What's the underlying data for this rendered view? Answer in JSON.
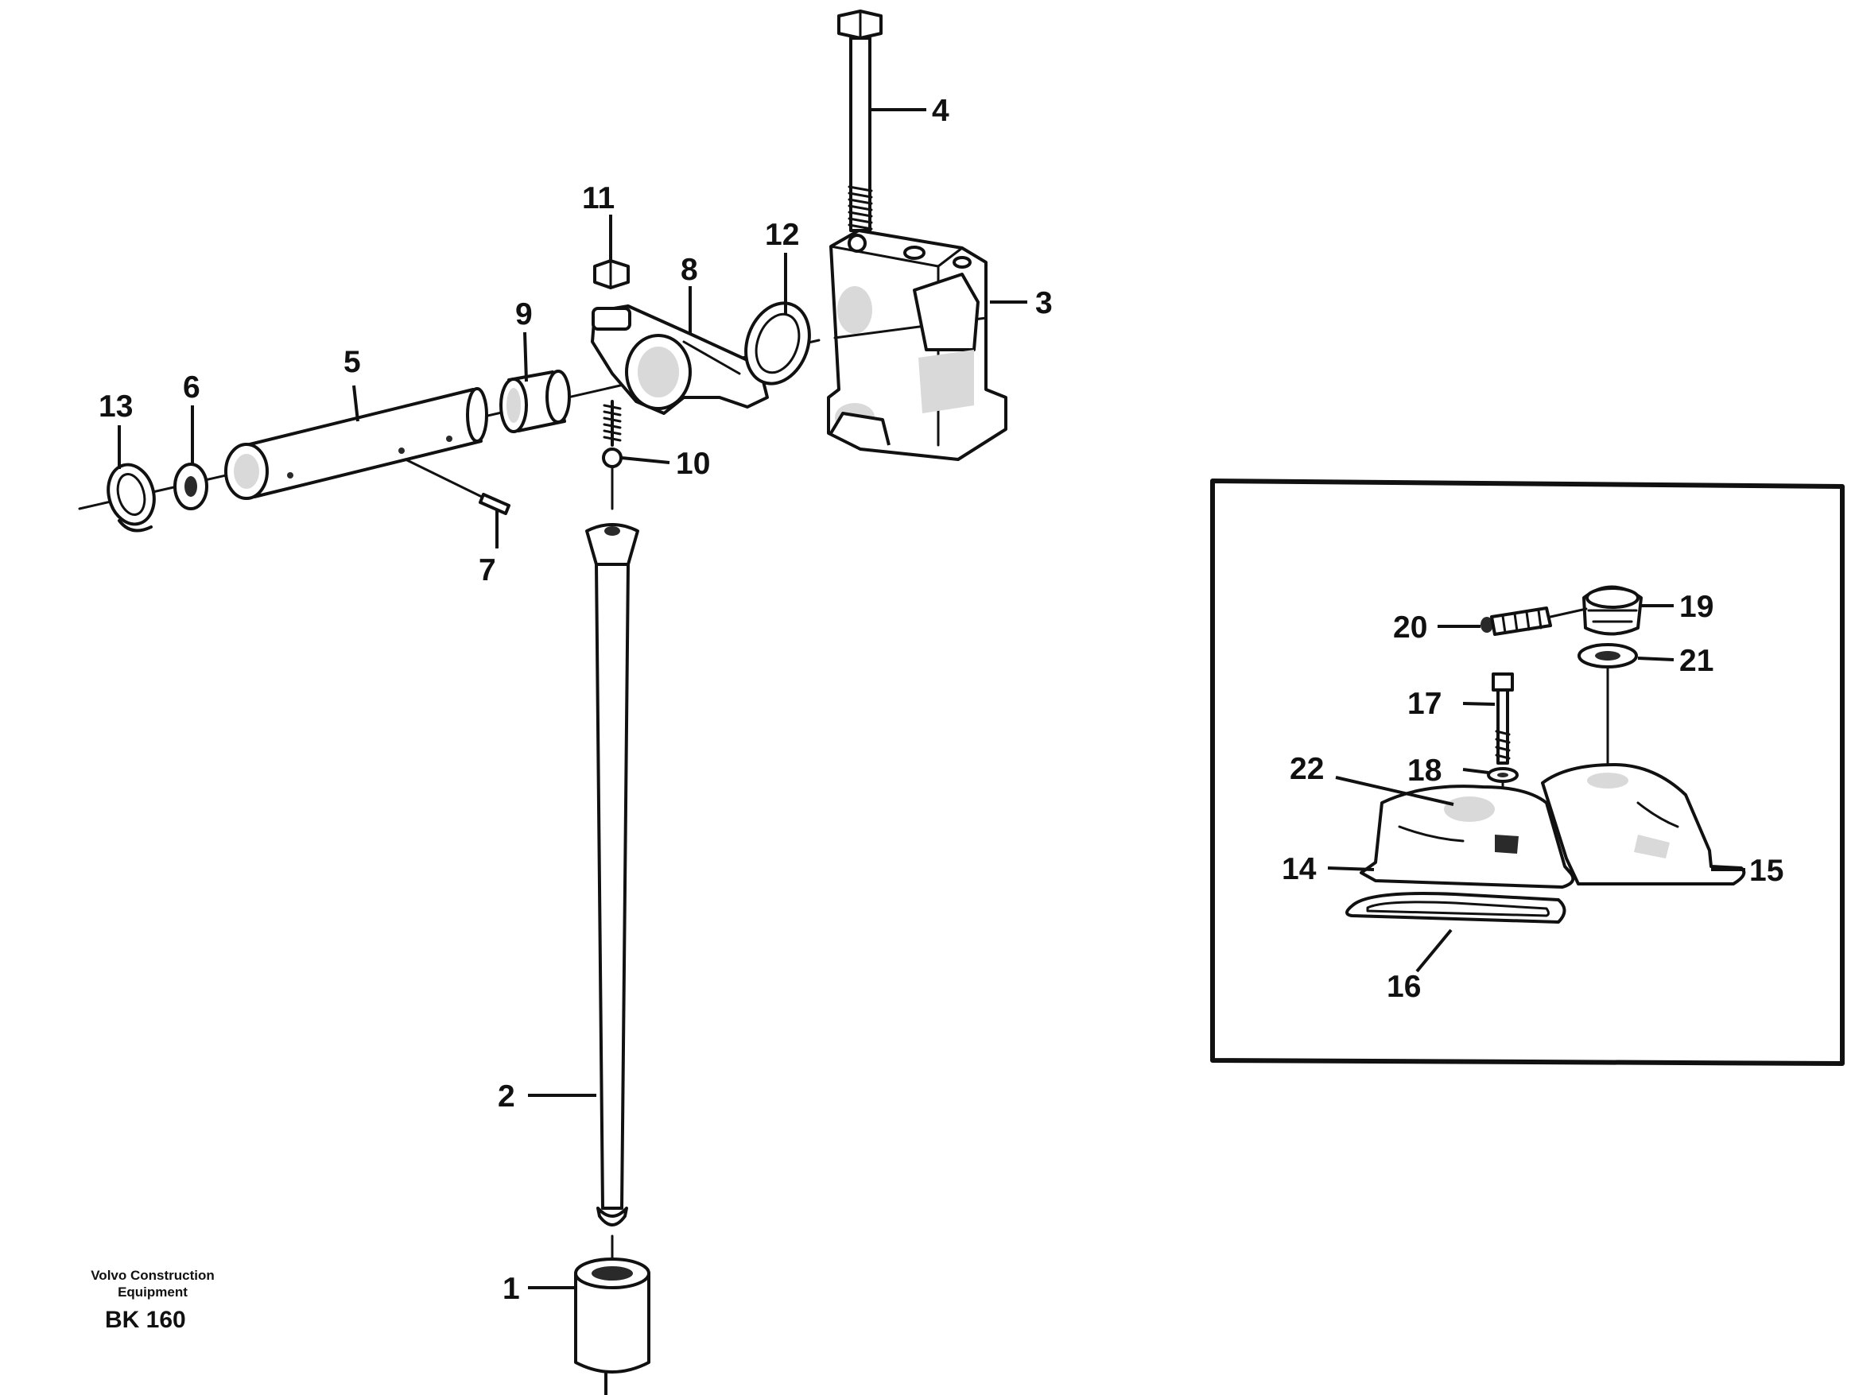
{
  "callouts": {
    "c1": "1",
    "c2": "2",
    "c3": "3",
    "c4": "4",
    "c5": "5",
    "c6": "6",
    "c7": "7",
    "c8": "8",
    "c9": "9",
    "c10": "10",
    "c11": "11",
    "c12": "12",
    "c13": "13",
    "c14": "14",
    "c15": "15",
    "c16": "16",
    "c17": "17",
    "c18": "18",
    "c19": "19",
    "c20": "20",
    "c21": "21",
    "c22": "22"
  },
  "footer": {
    "brand_line1": "Volvo Construction",
    "brand_line2": "Equipment",
    "code": "BK 160"
  }
}
